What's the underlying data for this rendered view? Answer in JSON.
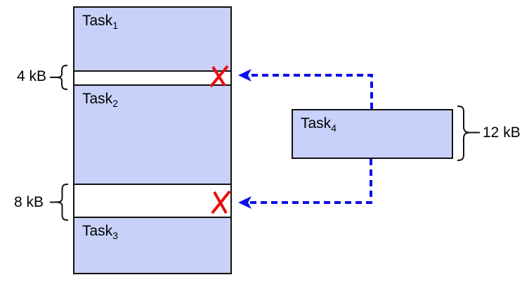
{
  "colors": {
    "task_fill": "#c7d1f9",
    "outline": "#111111",
    "arrow": "#0d0dee",
    "reject_x": "#ea0d0d",
    "background": "#ffffff"
  },
  "memory": {
    "task1": {
      "name": "Task",
      "sub": "1"
    },
    "gap1": {
      "size": "4 kB"
    },
    "task2": {
      "name": "Task",
      "sub": "2"
    },
    "gap2": {
      "size": "8 kB"
    },
    "task3": {
      "name": "Task",
      "sub": "3"
    }
  },
  "incoming": {
    "task": {
      "name": "Task",
      "sub": "4"
    },
    "size": "12 kB"
  },
  "icons": {
    "reject_x": "✗",
    "arrow_left": "←"
  }
}
